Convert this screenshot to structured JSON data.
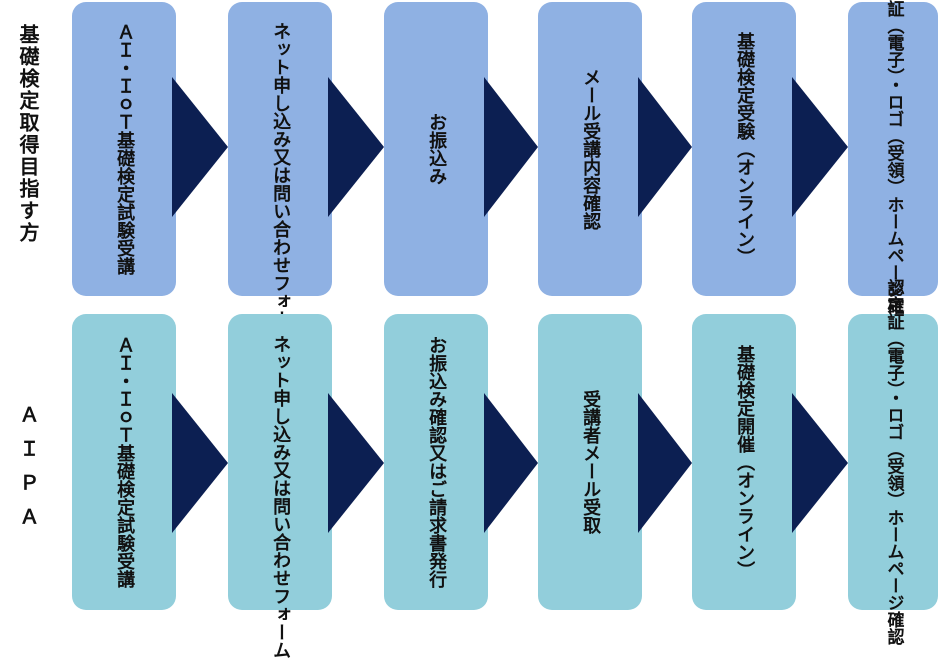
{
  "rows": [
    {
      "label": "基礎検定取得目指す方",
      "steps": [
        {
          "lines": [
            "ＡＩ・ＩｏＴ基礎検定試験受講"
          ]
        },
        {
          "lines": [
            "ネット申し込み",
            "又は問い合わせフォーム"
          ]
        },
        {
          "lines": [
            "お振込み"
          ]
        },
        {
          "lines": [
            "メール受講内容確認"
          ]
        },
        {
          "lines": [
            "基礎検定受験",
            "（オンライン）"
          ]
        },
        {
          "lines": [
            "認定証（電子）・ロゴ（受領）",
            "ホームページ確認"
          ]
        }
      ]
    },
    {
      "label": "ＡＩＰＡ",
      "steps": [
        {
          "lines": [
            "ＡＩ・ＩｏＴ基礎検定試験受講"
          ]
        },
        {
          "lines": [
            "ネット申し込み",
            "又は問い合わせフォーム"
          ]
        },
        {
          "lines": [
            "お振込み確認",
            "又はご請求書発行"
          ]
        },
        {
          "lines": [
            "受講者メール受取"
          ]
        },
        {
          "lines": [
            "基礎検定開催",
            "（オンライン）"
          ]
        },
        {
          "lines": [
            "認定証（電子）・ロゴ（受領）",
            "ホームページ確認"
          ]
        }
      ]
    }
  ],
  "colors": {
    "row1_box": "#8fb1e3",
    "row2_box": "#92cedb",
    "arrow": "#0c1f52"
  }
}
